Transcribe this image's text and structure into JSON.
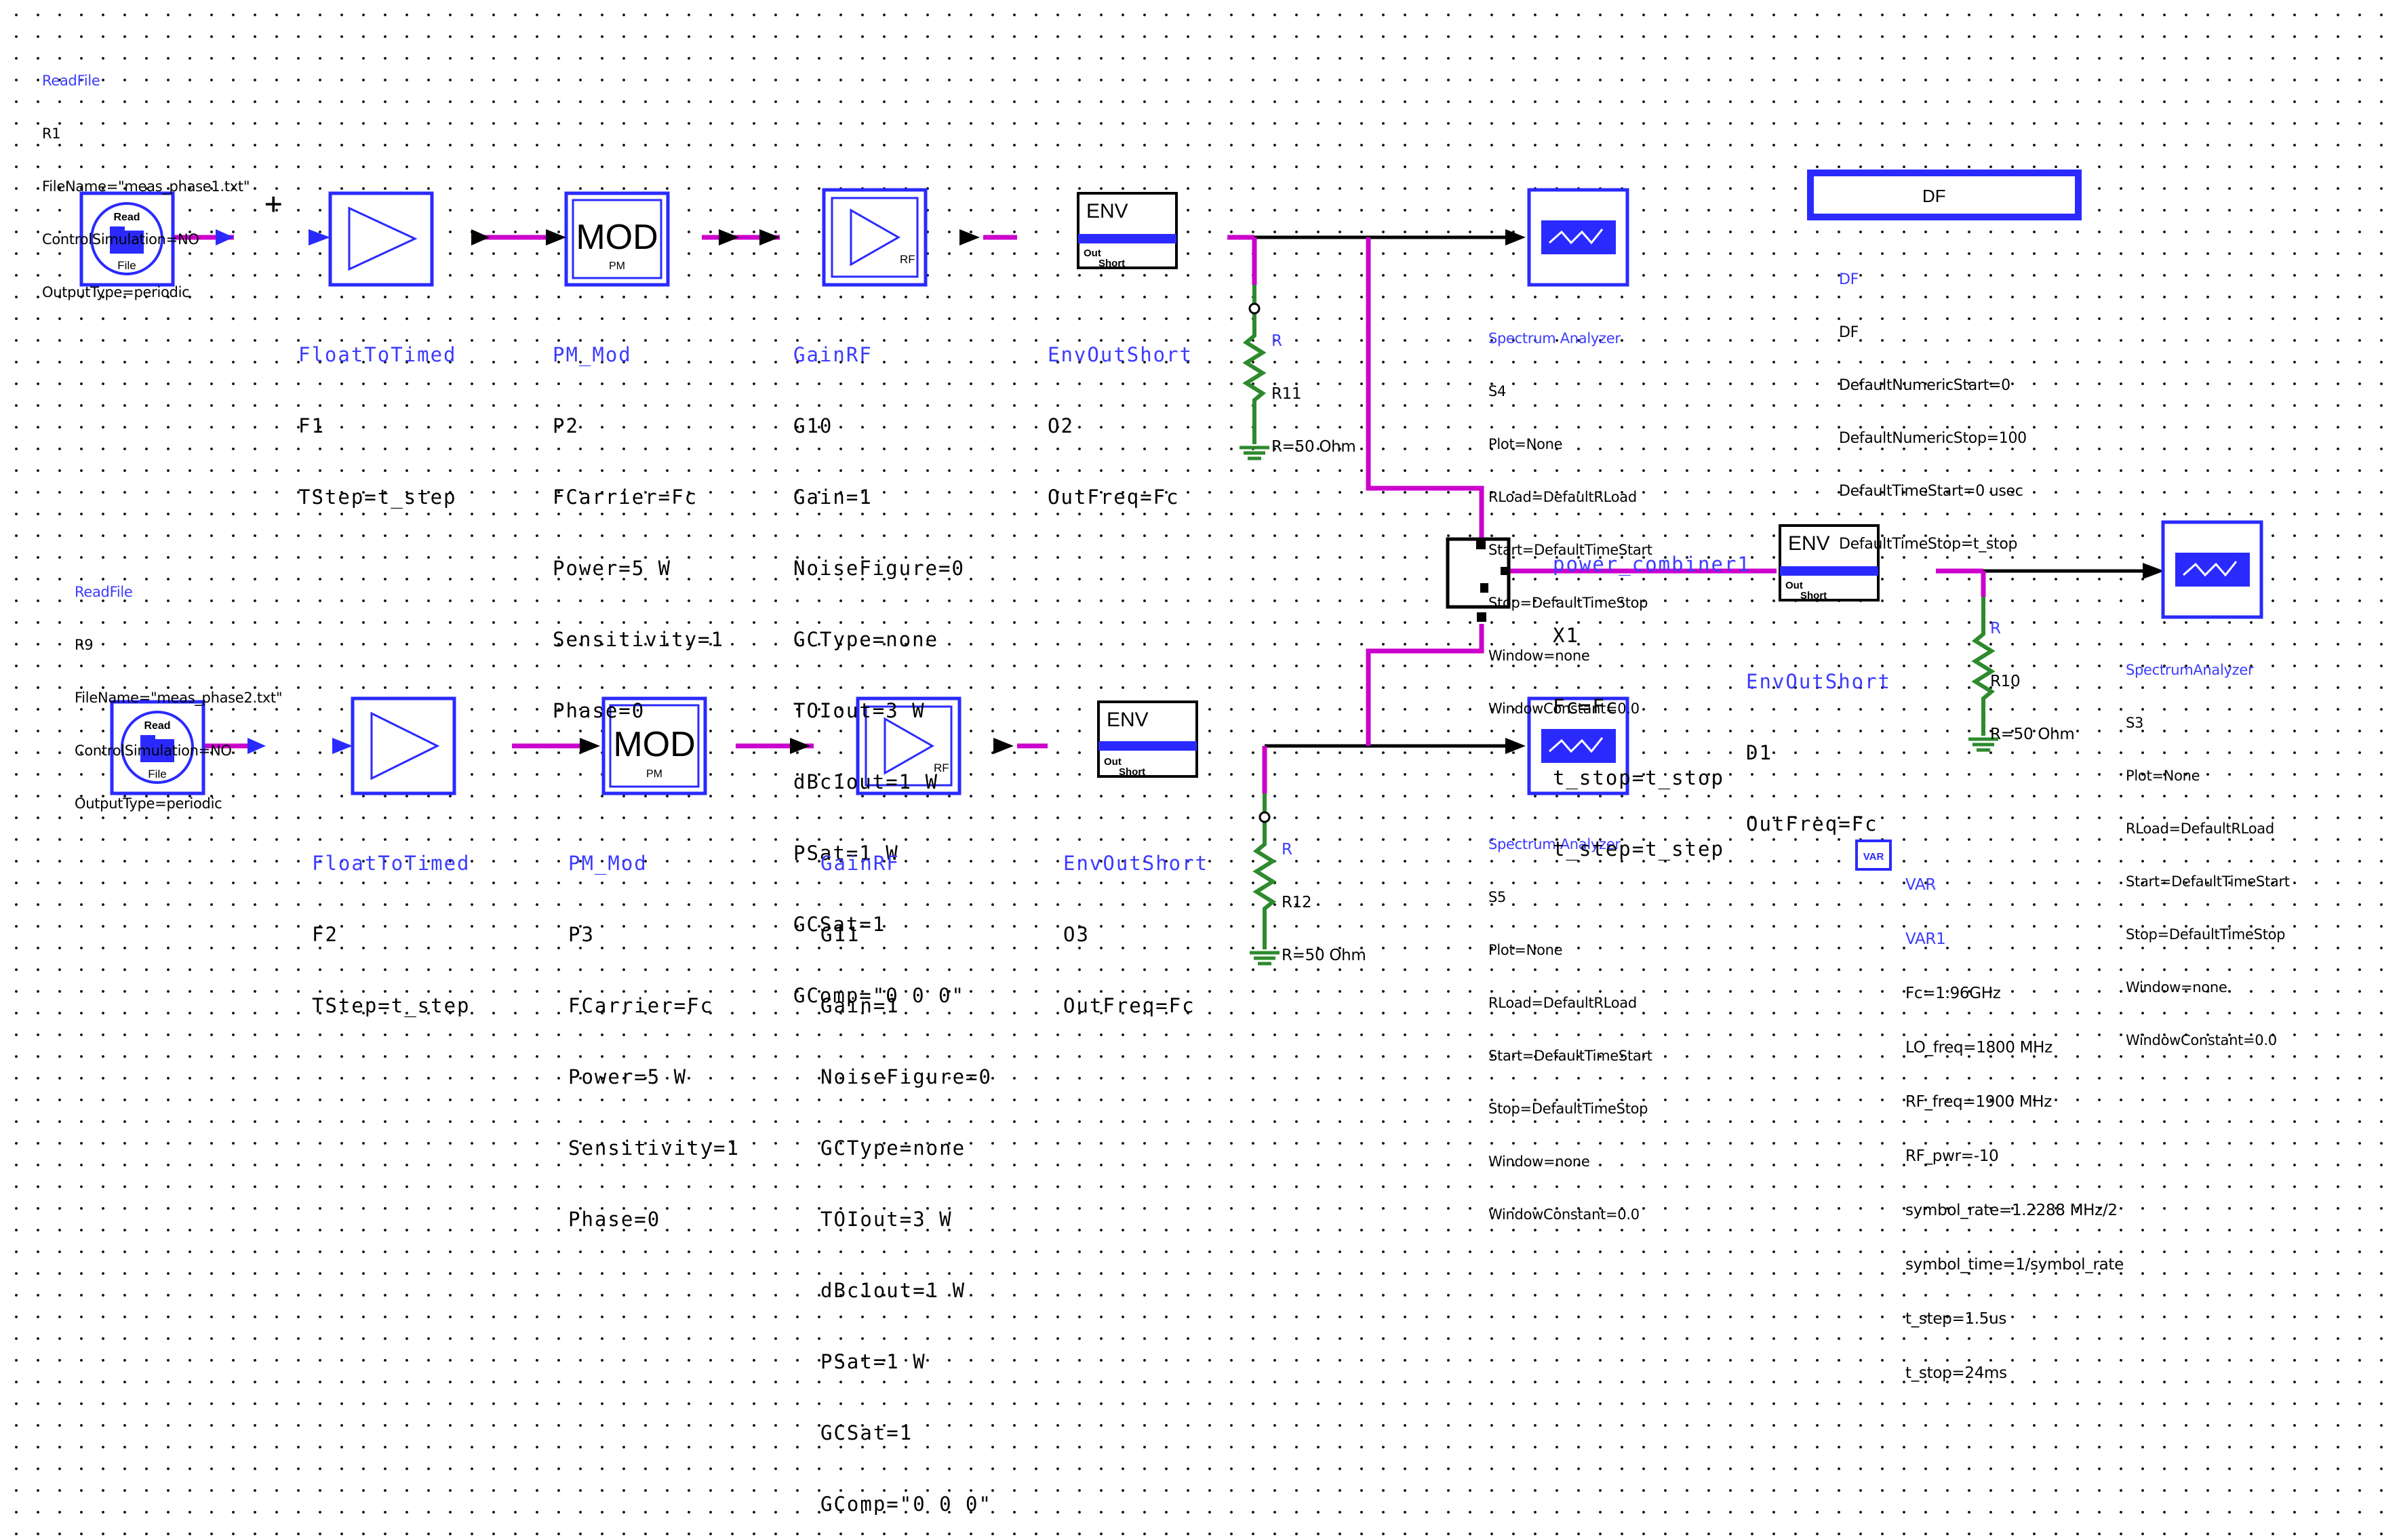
{
  "colors": {
    "wire": "#cc00cc",
    "block": "#2a2aff",
    "text": "#000000",
    "name": "#3b3bff",
    "ground": "#2d8a2d"
  },
  "readfile1": {
    "head": "ReadFile",
    "lines": [
      "R1",
      "FileName=\"meas_phase1.txt\"",
      "ControlSimulation=NO",
      "OutputType=periodic"
    ]
  },
  "readfile2": {
    "head": "ReadFile",
    "lines": [
      "R9",
      "FileName=\"meas_phase2.txt\"",
      "ControlSimulation=NO",
      "OutputType=periodic"
    ]
  },
  "read_icon": {
    "top": "Read",
    "bottom": "File"
  },
  "f2t1": {
    "head": "FloatToTimed",
    "lines": [
      "F1",
      "TStep=t_step"
    ]
  },
  "f2t2": {
    "head": "FloatToTimed",
    "lines": [
      "F2",
      "TStep=t_step"
    ]
  },
  "mod_icon": {
    "label": "MOD",
    "sub": "PM"
  },
  "pm1": {
    "head": "PM_Mod",
    "lines": [
      "P2",
      "FCarrier=Fc",
      "Power=5 W",
      "Sensitivity=1",
      "Phase=0"
    ]
  },
  "pm2": {
    "head": "PM_Mod",
    "lines": [
      "P3",
      "FCarrier=Fc",
      "Power=5 W",
      "Sensitivity=1",
      "Phase=0"
    ]
  },
  "gain_icon": {
    "label": "RF"
  },
  "gain1": {
    "head": "GainRF",
    "lines": [
      "G10",
      "Gain=1",
      "NoiseFigure=0",
      "GCType=none",
      "TOIout=3 W",
      "dBc1out=1 W",
      "PSat=1 W",
      "GCSat=1",
      "GComp=\"0 0 0\""
    ]
  },
  "gain2": {
    "head": "GainRF",
    "lines": [
      "G11",
      "Gain=1",
      "NoiseFigure=0",
      "GCType=none",
      "TOIout=3 W",
      "dBc1out=1 W",
      "PSat=1 W",
      "GCSat=1",
      "GComp=\"0 0 0\""
    ]
  },
  "env_icon": {
    "label": "ENV",
    "out": "Out",
    "short": "Short"
  },
  "envout1": {
    "head": "EnvOutShort",
    "lines": [
      "O2",
      "OutFreq=Fc"
    ]
  },
  "envout2": {
    "head": "EnvOutShort",
    "lines": [
      "O3",
      "OutFreq=Fc"
    ]
  },
  "envout3": {
    "head": "EnvOutShort",
    "lines": [
      "D1",
      "OutFreq=Fc"
    ]
  },
  "res1": {
    "head": "R",
    "lines": [
      "R11",
      "R=50 Ohm"
    ]
  },
  "res2": {
    "head": "R",
    "lines": [
      "R12",
      "R=50 Ohm"
    ]
  },
  "res3": {
    "head": "R",
    "lines": [
      "R10",
      "R=50 Ohm"
    ]
  },
  "sa1": {
    "head": "Spectrum Analyzer",
    "lines": [
      "S4",
      "Plot=None",
      "RLoad=DefaultRLoad",
      "Start=DefaultTimeStart",
      "Stop=DefaultTimeStop",
      "Window=none",
      "WindowConstant=0.0"
    ]
  },
  "sa2": {
    "head": "Spectrum Analyzer",
    "lines": [
      "S5",
      "Plot=None",
      "RLoad=DefaultRLoad",
      "Start=DefaultTimeStart",
      "Stop=DefaultTimeStop",
      "Window=none",
      "WindowConstant=0.0"
    ]
  },
  "sa3": {
    "head": "SpectrumAnalyzer",
    "lines": [
      "S3",
      "Plot=None",
      "RLoad=DefaultRLoad",
      "Start=DefaultTimeStart",
      "Stop=DefaultTimeStop",
      "Window=none",
      "WindowConstant=0.0"
    ]
  },
  "combiner": {
    "lines": [
      "power_combiner1",
      "X1",
      "Fc=Fc",
      "t_stop=t_stop",
      "t_step=t_step"
    ]
  },
  "df": {
    "box_label": "DF",
    "lines": [
      "DF",
      "DF",
      "DefaultNumericStart=0",
      "DefaultNumericStop=100",
      "DefaultTimeStart=0 usec",
      "DefaultTimeStop=t_stop"
    ]
  },
  "var": {
    "icon": "VAR",
    "head": "VAR",
    "lines": [
      "VAR1",
      "Fc=1.96GHz",
      "LO_freq=1800 MHz",
      "RF_freq=1900 MHz",
      "RF_pwr=-10",
      "symbol_rate=1.2288 MHz/2",
      "symbol_time=1/symbol_rate",
      "t_step=1.5us",
      "t_stop=24ms"
    ]
  }
}
